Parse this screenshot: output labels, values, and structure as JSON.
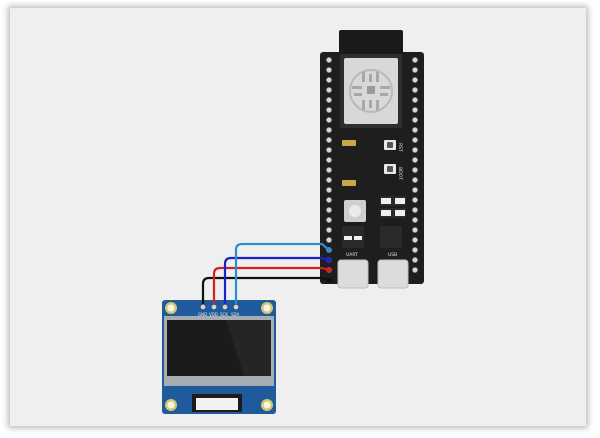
{
  "devkit": {
    "button_rst": "RST",
    "button_boot": "BOOT",
    "label_uart": "UART",
    "label_usb": "USB"
  },
  "oled": {
    "pins": [
      "GND",
      "VDD",
      "SCK",
      "SDA"
    ]
  },
  "wires": [
    {
      "from": "GND",
      "color": "#111111"
    },
    {
      "from": "VDD",
      "color": "#d42020"
    },
    {
      "from": "SCK",
      "color": "#1a22c8"
    },
    {
      "from": "SDA",
      "color": "#2a8fd0"
    }
  ]
}
